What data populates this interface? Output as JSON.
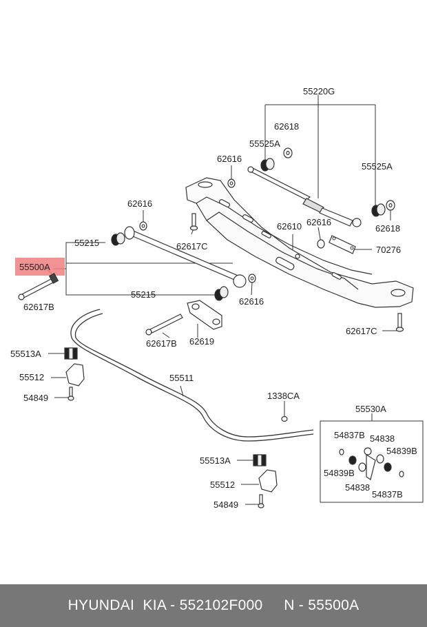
{
  "labels": {
    "l55220G": "55220G",
    "l62618a": "62618",
    "l55525Aa": "55525A",
    "l62616a": "62616",
    "l55525Ab": "55525A",
    "l62616b": "62616",
    "l62618b": "62618",
    "l62616c": "62616",
    "l62610": "62610",
    "l55215a": "55215",
    "l62617Ca": "62617C",
    "l70276": "70276",
    "l55500A": "55500A",
    "l62617Ba": "62617B",
    "l55215b": "55215",
    "l62616d": "62616",
    "l62619": "62619",
    "l62617Bb": "62617B",
    "l62617Cb": "62617C",
    "l55513Aa": "55513A",
    "l55512a": "55512",
    "l55511": "55511",
    "l54849a": "54849",
    "l1338CA": "1338CA",
    "l55530A": "55530A",
    "l54837Ba": "54837B",
    "l54838a": "54838",
    "l54839Ba": "54839B",
    "l54839Bb": "54839B",
    "l54838b": "54838",
    "l54837Bb": "54837B",
    "l55513Ab": "55513A",
    "l55512b": "55512",
    "l54849b": "54849"
  },
  "highlight_color": "#f08080",
  "footer": {
    "text": "HYUNDAI  KIA - 552102F000     N - 55500A",
    "background": "#777777"
  }
}
